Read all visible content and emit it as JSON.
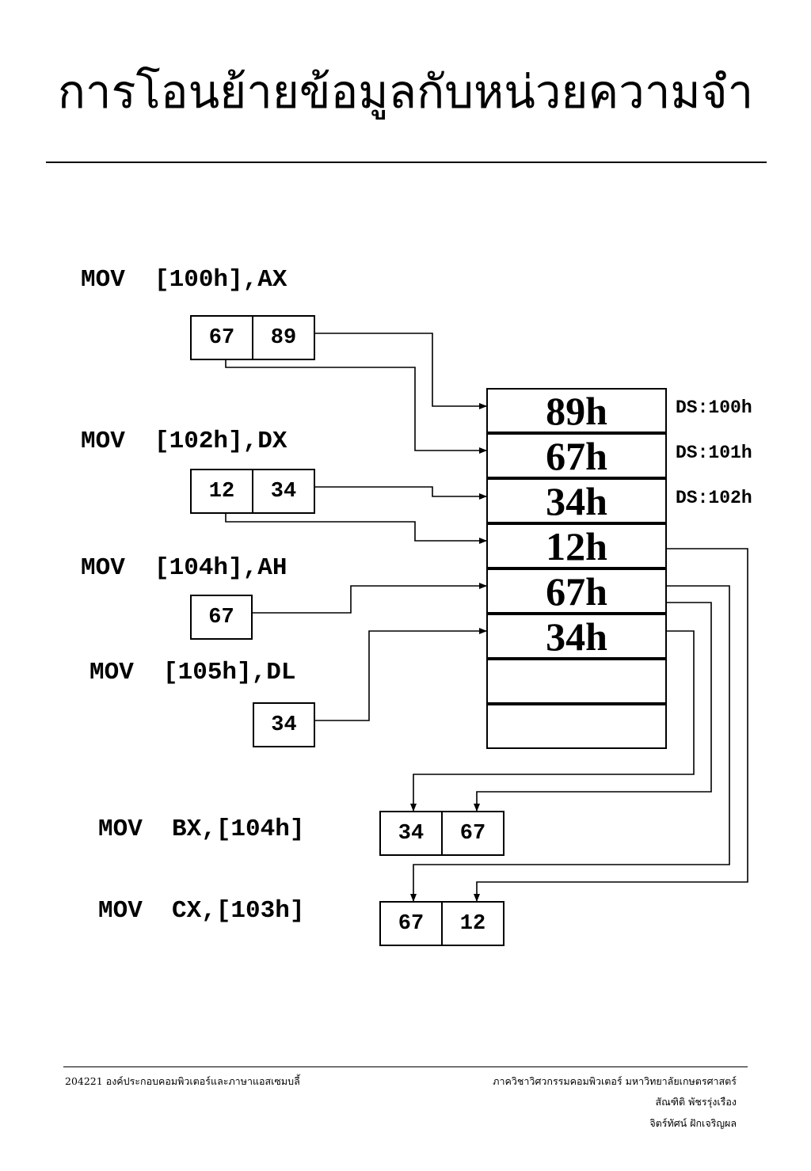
{
  "title": "การโอนย้ายข้อมูลกับหน่วยความจำ",
  "instructions": [
    {
      "text": "MOV  [100h],AX"
    },
    {
      "text": "MOV  [102h],DX"
    },
    {
      "text": "MOV  [104h],AH"
    },
    {
      "text": "MOV  [105h],DL"
    },
    {
      "text": "MOV  BX,[104h]"
    },
    {
      "text": "MOV  CX,[103h]"
    }
  ],
  "registers": {
    "ax": [
      "67",
      "89"
    ],
    "dx": [
      "12",
      "34"
    ],
    "ah": "67",
    "dl": "34",
    "bx": [
      "34",
      "67"
    ],
    "cx": [
      "67",
      "12"
    ]
  },
  "memory_cells": [
    "89h",
    "67h",
    "34h",
    "12h",
    "67h",
    "34h",
    "",
    ""
  ],
  "addresses": [
    "DS:100h",
    "DS:101h",
    "DS:102h"
  ],
  "footer": {
    "course": "204221  องค์ประกอบคอมพิวเตอร์และภาษาแอสเซมบลี้",
    "department": "ภาควิชาวิศวกรรมคอมพิวเตอร์ มหาวิทยาลัยเกษตรศาสตร์",
    "author1": "สัณฑิติ  พัชรรุ่งเรือง",
    "author2": "จิตร์ทัศน์  ฝักเจริญผล"
  }
}
